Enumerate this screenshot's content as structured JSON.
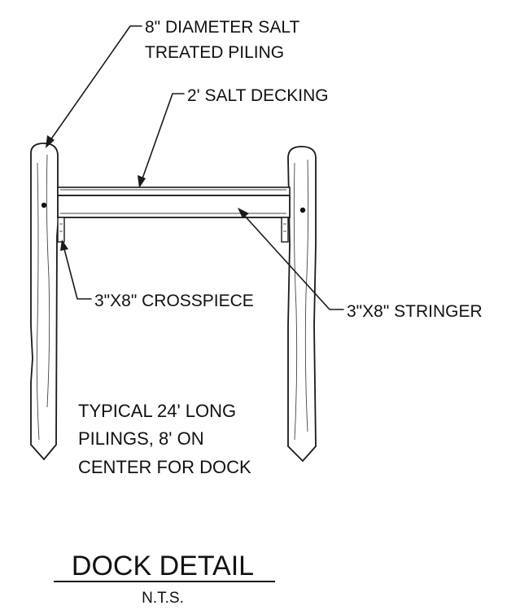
{
  "labels": {
    "piling_line1": "8\" DIAMETER SALT",
    "piling_line2": "TREATED PILING",
    "decking": "2' SALT DECKING",
    "crosspiece": "3\"X8\" CROSSPIECE",
    "stringer": "3\"X8\" STRINGER",
    "note_line1": "TYPICAL 24' LONG",
    "note_line2": "PILINGS, 8' ON",
    "note_line3": "CENTER FOR DOCK"
  },
  "title": "DOCK DETAIL",
  "subtitle": "N.T.S."
}
